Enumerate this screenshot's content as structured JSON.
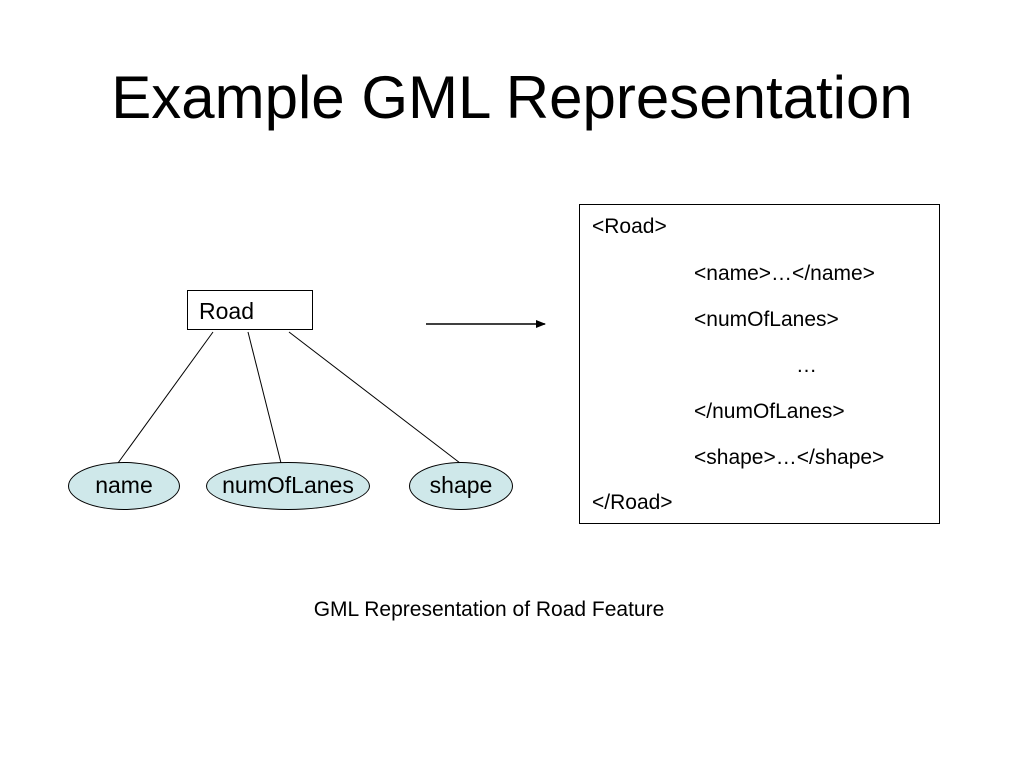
{
  "slide": {
    "title": "Example GML Representation",
    "caption": "GML Representation of Road Feature"
  },
  "diagram": {
    "root": {
      "label": "Road"
    },
    "children": [
      {
        "label": "name"
      },
      {
        "label": "numOfLanes"
      },
      {
        "label": "shape"
      }
    ],
    "node_fill_color": "#cfe8ea"
  },
  "xml": {
    "lines": [
      "<Road>",
      "<name>…</name>",
      "<numOfLanes>",
      "…",
      "</numOfLanes>",
      "<shape>…</shape>",
      "</Road>"
    ]
  }
}
